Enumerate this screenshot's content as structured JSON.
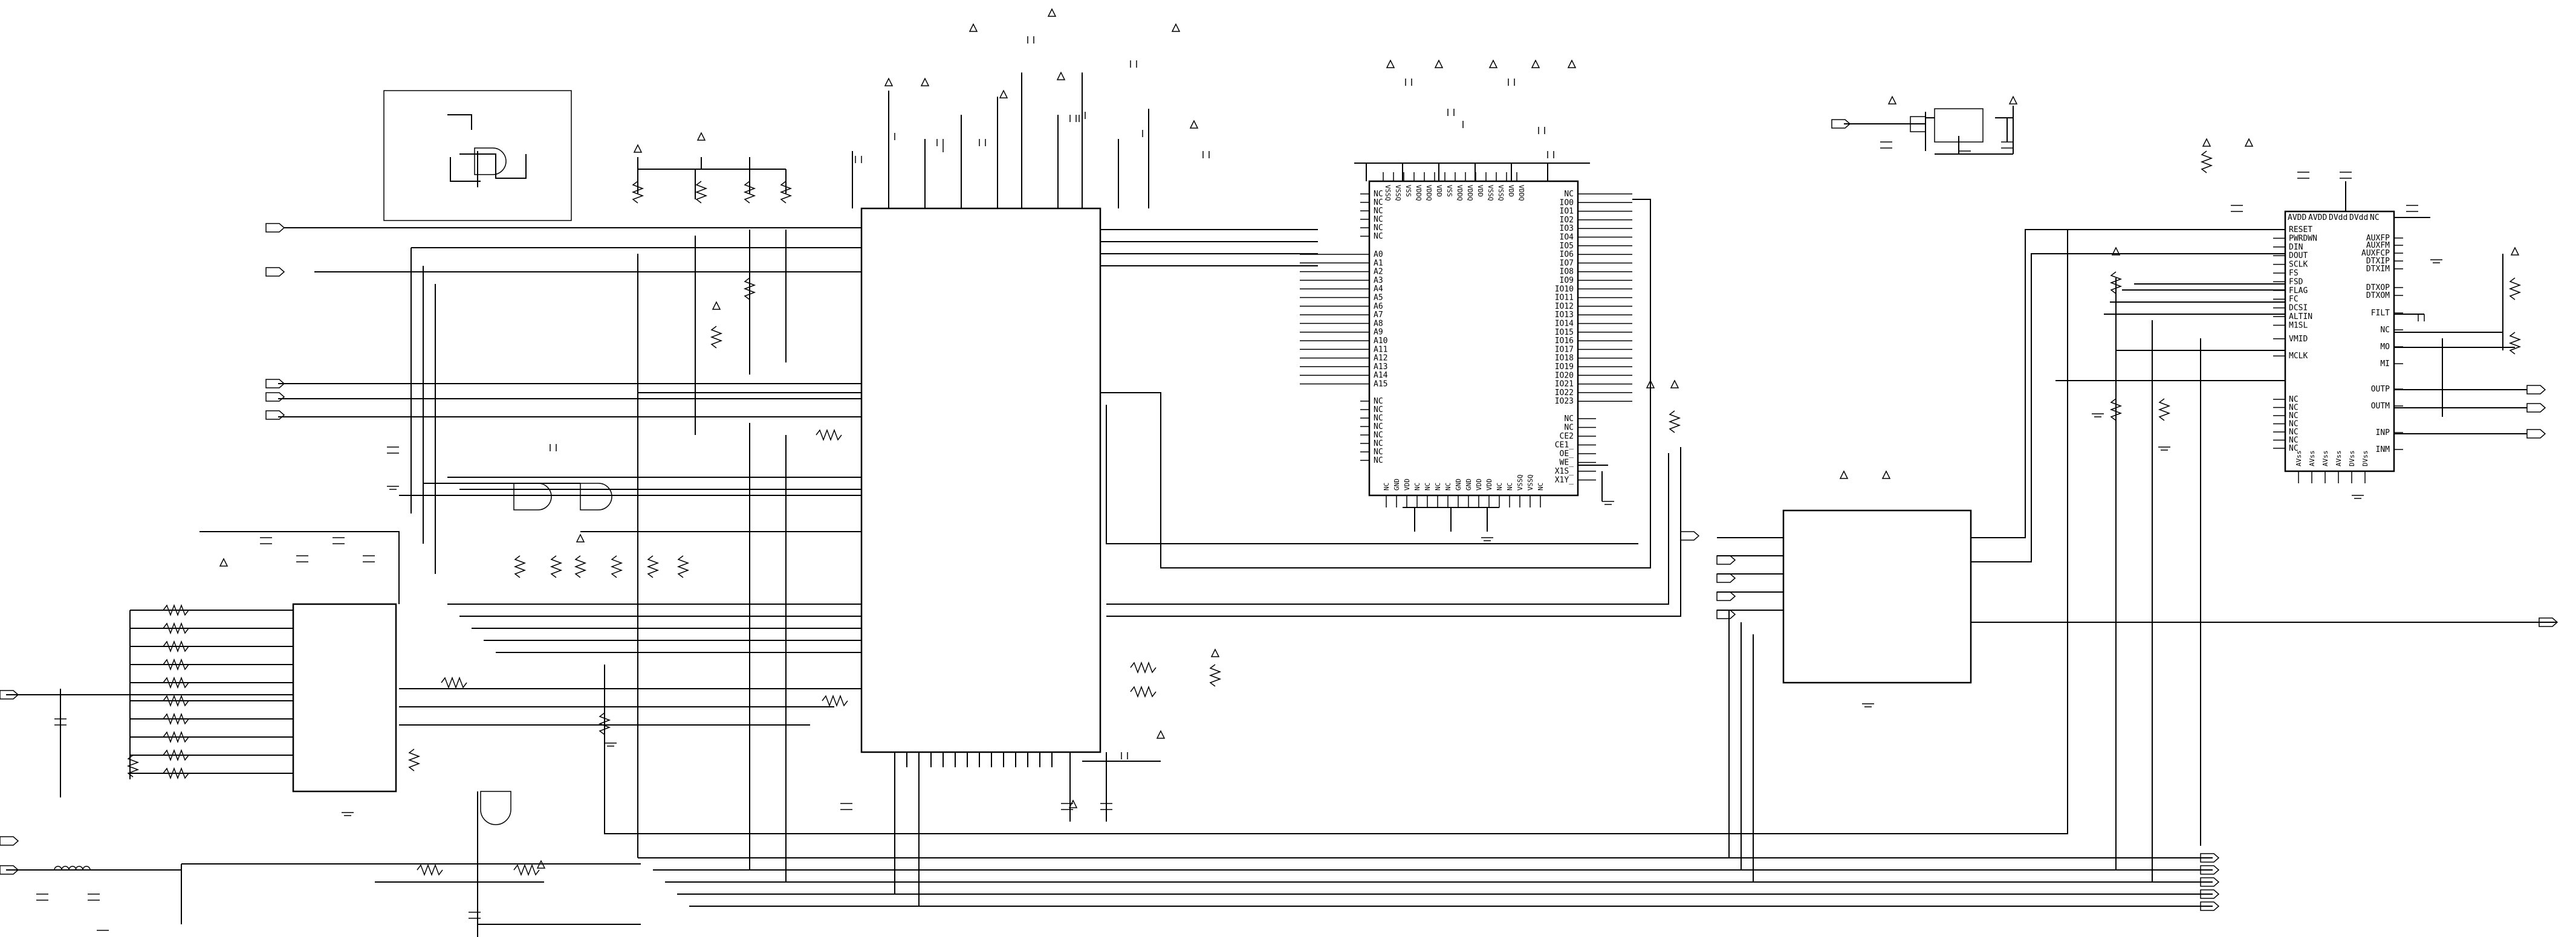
{
  "sram": {
    "left_top_pins": [
      "NC",
      "NC",
      "NC",
      "NC",
      "NC",
      "NC"
    ],
    "address_pins": [
      "A0",
      "A1",
      "A2",
      "A3",
      "A4",
      "A5",
      "A6",
      "A7",
      "A8",
      "A9",
      "A10",
      "A11",
      "A12",
      "A13",
      "A14",
      "A15"
    ],
    "left_bottom_pins": [
      "NC",
      "NC",
      "NC",
      "NC",
      "NC",
      "NC",
      "NC",
      "NC"
    ],
    "right_pins": [
      "NC",
      "IO0",
      "IO1",
      "IO2",
      "IO3",
      "IO4",
      "IO5",
      "IO6",
      "IO7",
      "IO8",
      "IO9",
      "IO10",
      "IO11",
      "IO12",
      "IO13",
      "IO14",
      "IO15",
      "IO16",
      "IO17",
      "IO18",
      "IO19",
      "IO20",
      "IO21",
      "IO22",
      "IO23"
    ],
    "right_bottom_pins": [
      "NC",
      "NC",
      "CE2",
      "CE1_",
      "OE_",
      "WE_",
      "X1S_",
      "X1Y_"
    ],
    "top_pins": [
      "VSSQ",
      "VSSQ",
      "VSS",
      "VDDQ",
      "VDDQ",
      "VDD",
      "VSS",
      "VDDQ",
      "VDDQ",
      "VDD",
      "VSSQ",
      "VSSQ",
      "VDD",
      "VDDQ"
    ],
    "bottom_pins": [
      "NC",
      "GND",
      "VDD",
      "NC",
      "NC",
      "NC",
      "NC",
      "GND",
      "GND",
      "VDD",
      "VDD",
      "NC",
      "NC",
      "VSSQ",
      "VSSQ",
      "NC"
    ]
  },
  "codec": {
    "top_pins": [
      "AVDD",
      "AVDD",
      "DVdd",
      "DVdd",
      "NC"
    ],
    "left_pins": [
      "RESET",
      "PWRDWN",
      "DIN",
      "DOUT",
      "SCLK",
      "FS",
      "FSD",
      "FLAG",
      "FC",
      "DCSI",
      "ALTIN",
      "M1SL",
      "VMID",
      "MCLK",
      "NC",
      "NC",
      "NC",
      "NC",
      "NC",
      "NC",
      "NC"
    ],
    "right_pins": [
      "AUXFP",
      "AUXFM",
      "AUXFCP",
      "DTXIP",
      "DTXIM",
      "DTXOP",
      "DTXOM",
      "FILT",
      "NC",
      "MO",
      "MI",
      "OUTP",
      "OUTM",
      "INP",
      "INM"
    ],
    "bottom_pins": [
      "AVss",
      "AVss",
      "AVss",
      "AVss",
      "DVss",
      "DVss"
    ]
  }
}
